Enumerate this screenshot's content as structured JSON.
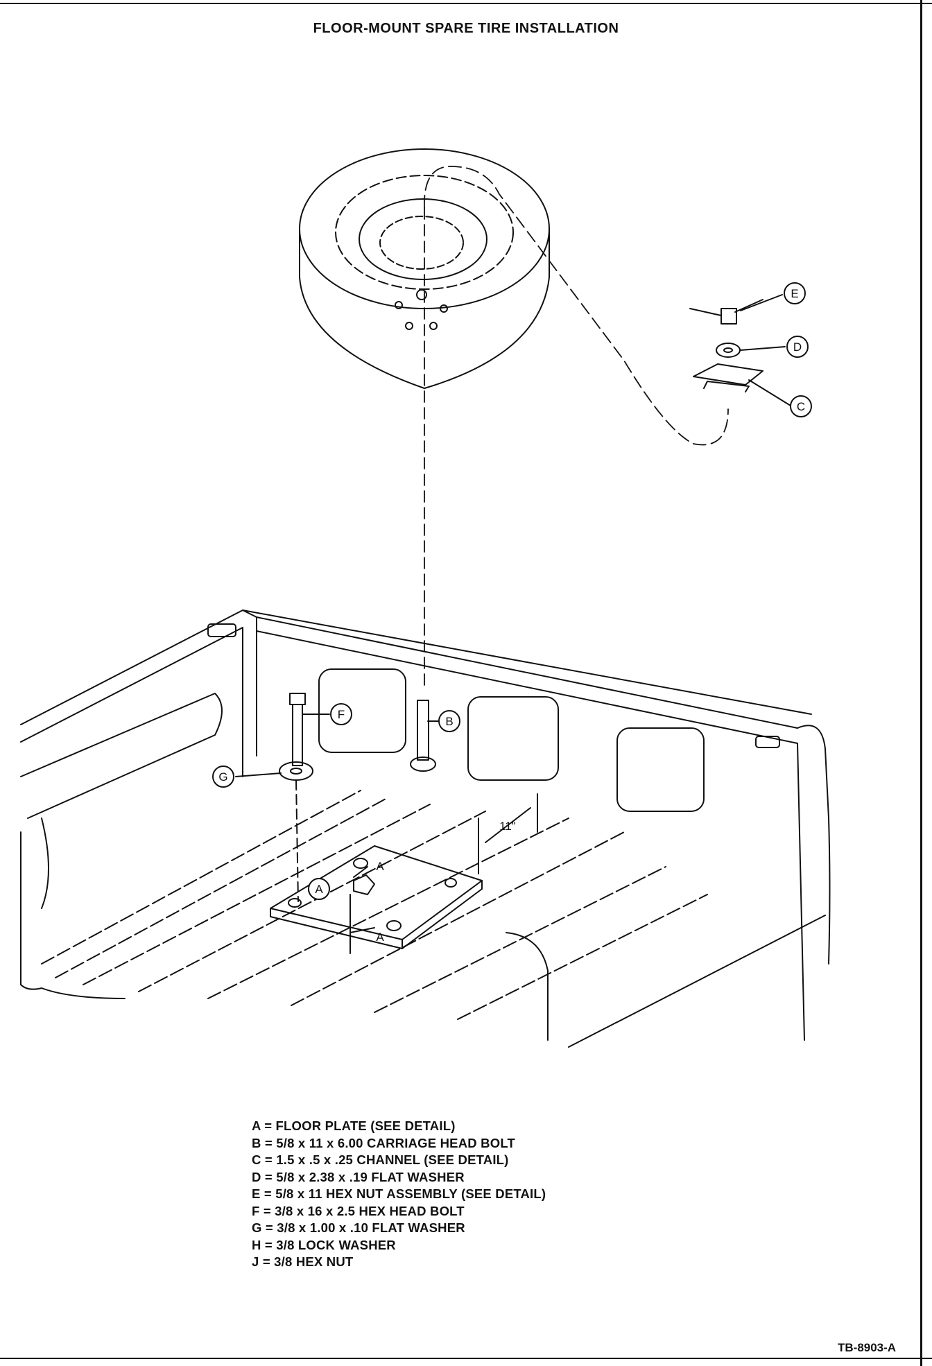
{
  "title": "FLOOR-MOUNT SPARE TIRE INSTALLATION",
  "callouts": {
    "A": "A",
    "B": "B",
    "C": "C",
    "D": "D",
    "E": "E",
    "F": "F",
    "G": "G",
    "section_mark": "A",
    "dimension": "11\""
  },
  "legend": [
    "A = FLOOR PLATE (SEE DETAIL)",
    "B = 5/8 x 11 x 6.00 CARRIAGE HEAD BOLT",
    "C = 1.5 x .5 x .25 CHANNEL (SEE DETAIL)",
    "D = 5/8 x 2.38 x .19 FLAT WASHER",
    "E = 5/8 x 11 HEX NUT ASSEMBLY (SEE DETAIL)",
    "F = 3/8 x 16 x 2.5 HEX HEAD BOLT",
    "G = 3/8 x 1.00 x .10 FLAT WASHER",
    "H = 3/8 LOCK WASHER",
    "J = 3/8 HEX NUT"
  ],
  "document_id": "TB-8903-A"
}
